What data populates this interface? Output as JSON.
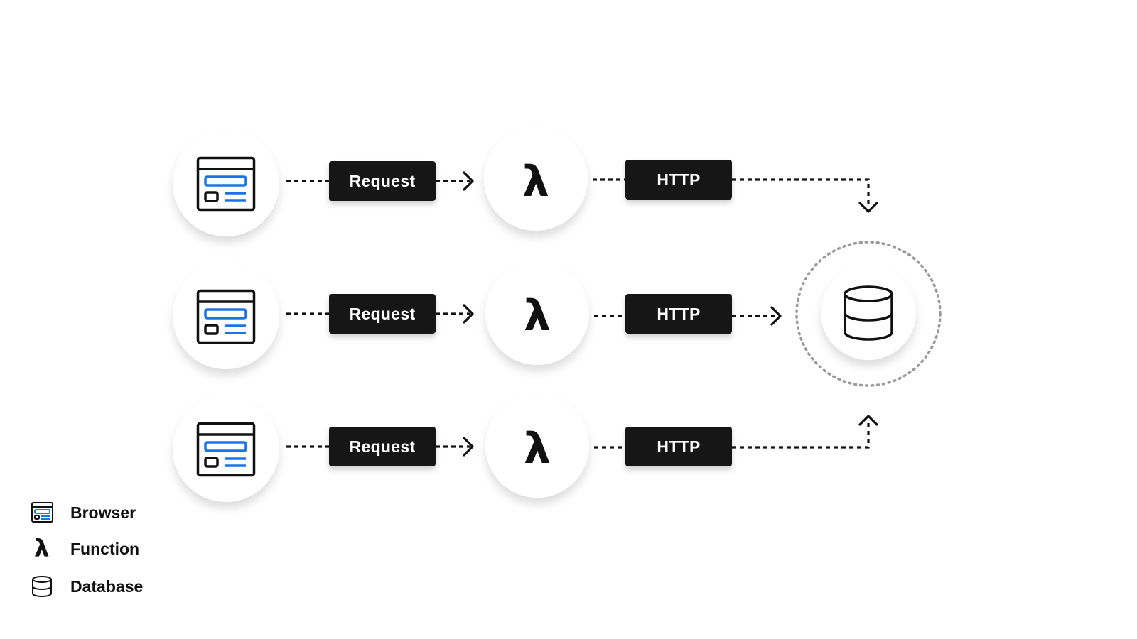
{
  "rows": [
    {
      "request_label": "Request",
      "function_symbol": "λ",
      "http_label": "HTTP"
    },
    {
      "request_label": "Request",
      "function_symbol": "λ",
      "http_label": "HTTP"
    },
    {
      "request_label": "Request",
      "function_symbol": "λ",
      "http_label": "HTTP"
    }
  ],
  "legend": {
    "browser": {
      "icon": "browser-icon",
      "label": "Browser"
    },
    "function": {
      "icon": "lambda-icon",
      "symbol": "λ",
      "label": "Function"
    },
    "database": {
      "icon": "database-icon",
      "label": "Database"
    }
  },
  "colors": {
    "accent": "#1a73e8",
    "ink": "#111111",
    "label_bg": "#161616",
    "ring": "#9a9a9a"
  }
}
